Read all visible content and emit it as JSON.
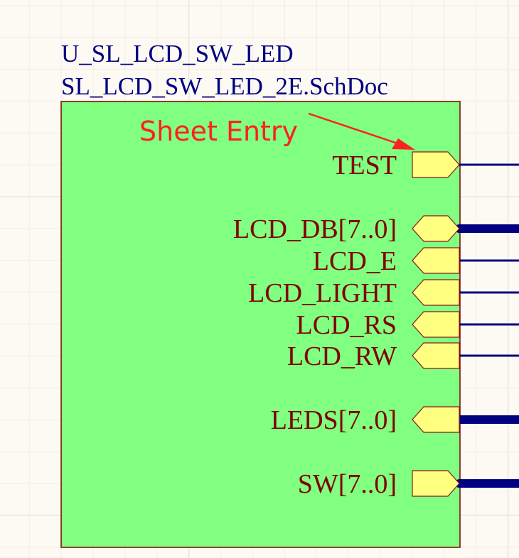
{
  "sheet_symbol": {
    "designator": "U_SL_LCD_SW_LED",
    "file_name": "SL_LCD_SW_LED_2E.SchDoc",
    "fill_color": "#80ff80",
    "border_color": "#800000"
  },
  "annotation": {
    "text": "Sheet Entry",
    "color": "#ff2020"
  },
  "wire_color": "#000080",
  "entries": [
    {
      "name": "TEST",
      "io": "output",
      "bus": false
    },
    {
      "name": "LCD_DB[7..0]",
      "io": "bidirectional",
      "bus": true
    },
    {
      "name": "LCD_E",
      "io": "input",
      "bus": false
    },
    {
      "name": "LCD_LIGHT",
      "io": "input",
      "bus": false
    },
    {
      "name": "LCD_RS",
      "io": "input",
      "bus": false
    },
    {
      "name": "LCD_RW",
      "io": "input",
      "bus": false
    },
    {
      "name": "LEDS[7..0]",
      "io": "input",
      "bus": true
    },
    {
      "name": "SW[7..0]",
      "io": "output",
      "bus": true
    }
  ]
}
